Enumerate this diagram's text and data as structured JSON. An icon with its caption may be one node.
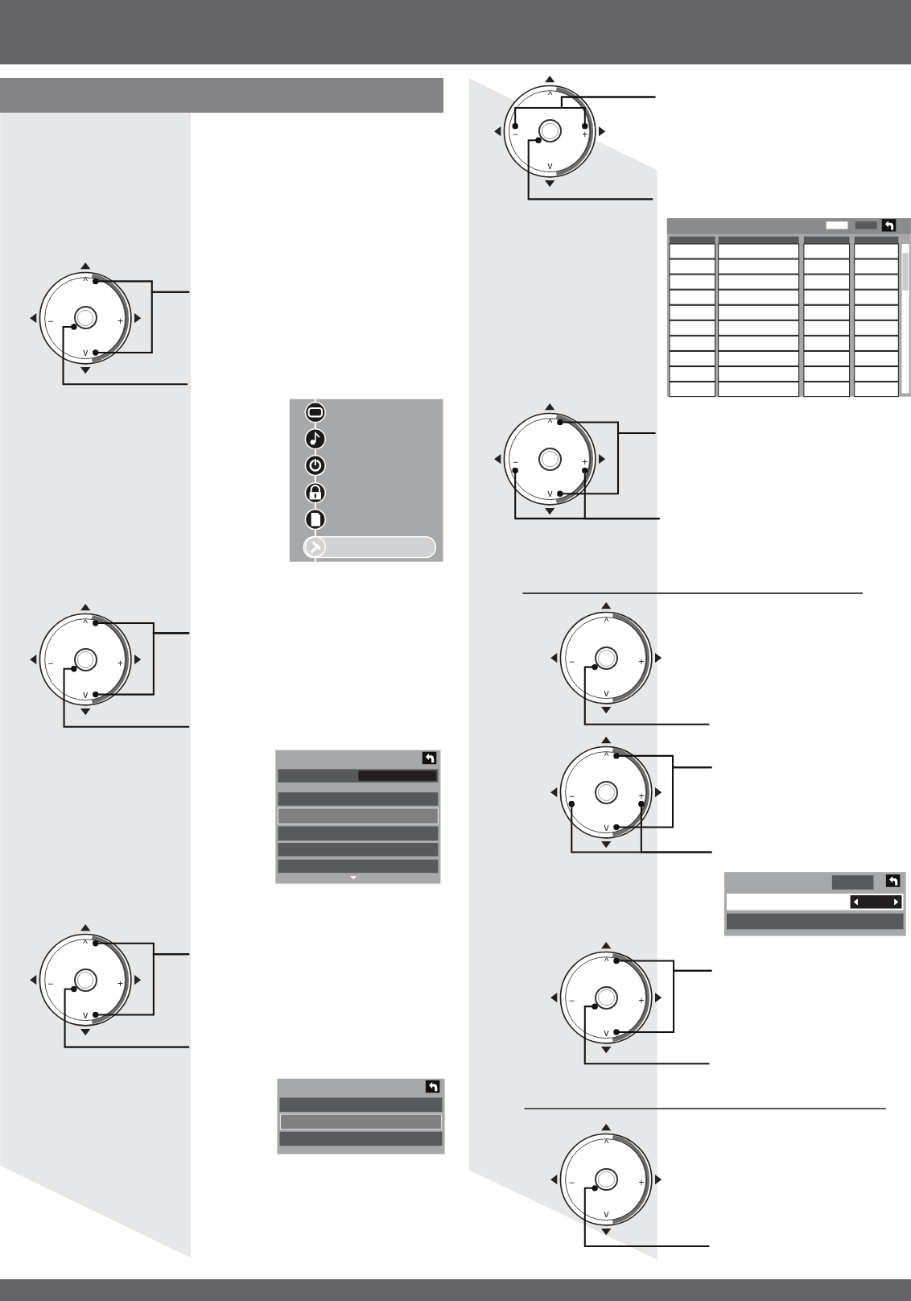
{
  "diagram": {
    "nodes": [
      {
        "text": [],
        "shape": "bar"
      },
      {
        "text": [],
        "shape": "circle"
      },
      {
        "text": [
          "^"
        ],
        "in": 1
      },
      {
        "text": [
          "−"
        ],
        "in": 1
      },
      {
        "text": [
          "+"
        ],
        "in": 1
      },
      {
        "text": [
          "v"
        ],
        "in": 1
      },
      {
        "text": [],
        "shape": "circle",
        "in": 1
      },
      {
        "text": [],
        "shape": "circle"
      },
      {
        "text": [
          "^"
        ],
        "in": 7
      },
      {
        "text": [
          "−"
        ],
        "in": 7
      },
      {
        "text": [
          "+"
        ],
        "in": 7
      },
      {
        "text": [
          "v"
        ],
        "in": 7
      },
      {
        "text": [],
        "shape": "circle",
        "in": 7
      },
      {
        "text": [],
        "shape": "circle"
      },
      {
        "text": [
          "^"
        ],
        "in": 13
      },
      {
        "text": [
          "−"
        ],
        "in": 13
      },
      {
        "text": [
          "+"
        ],
        "in": 13
      },
      {
        "text": [
          "v"
        ],
        "in": 13
      },
      {
        "text": [],
        "shape": "circle",
        "in": 13
      },
      {
        "text": [],
        "shape": "circle"
      },
      {
        "text": [
          "^"
        ],
        "in": 19
      },
      {
        "text": [
          "−"
        ],
        "in": 19
      },
      {
        "text": [
          "+"
        ],
        "in": 19
      },
      {
        "text": [
          "v"
        ],
        "in": 19
      },
      {
        "text": [],
        "shape": "circle",
        "in": 19
      },
      {
        "text": [],
        "shape": "circle"
      },
      {
        "text": [
          "^"
        ],
        "in": 25
      },
      {
        "text": [
          "−"
        ],
        "in": 25
      },
      {
        "text": [
          "+"
        ],
        "in": 25
      },
      {
        "text": [
          "v"
        ],
        "in": 25
      },
      {
        "text": [],
        "shape": "circle",
        "in": 25
      },
      {
        "text": [],
        "shape": "circle"
      },
      {
        "text": [
          "^"
        ],
        "in": 31
      },
      {
        "text": [
          "−"
        ],
        "in": 31
      },
      {
        "text": [
          "+"
        ],
        "in": 31
      },
      {
        "text": [
          "v"
        ],
        "in": 31
      },
      {
        "text": [],
        "shape": "circle",
        "in": 31
      },
      {
        "text": [],
        "shape": "circle"
      },
      {
        "text": [
          "^"
        ],
        "in": 37
      },
      {
        "text": [
          "−"
        ],
        "in": 37
      },
      {
        "text": [
          "+"
        ],
        "in": 37
      },
      {
        "text": [
          "v"
        ],
        "in": 37
      },
      {
        "text": [],
        "shape": "circle",
        "in": 37
      },
      {
        "text": [],
        "shape": "circle"
      },
      {
        "text": [
          "^"
        ],
        "in": 43
      },
      {
        "text": [
          "−"
        ],
        "in": 43
      },
      {
        "text": [
          "+"
        ],
        "in": 43
      },
      {
        "text": [
          "v"
        ],
        "in": 43
      },
      {
        "text": [],
        "shape": "circle",
        "in": 43
      },
      {
        "text": [],
        "shape": "circle"
      },
      {
        "text": [
          "^"
        ],
        "in": 49
      },
      {
        "text": [
          "−"
        ],
        "in": 49
      },
      {
        "text": [
          "+"
        ],
        "in": 49
      },
      {
        "text": [
          "v"
        ],
        "in": 49
      },
      {
        "text": [],
        "shape": "circle",
        "in": 49
      }
    ],
    "edges": [
      {
        "from": 2,
        "to": null,
        "arrow": "other"
      },
      {
        "from": 5,
        "to": null,
        "arrow": "other"
      },
      {
        "from": 6,
        "to": null,
        "arrow": "other"
      },
      {
        "from": 8,
        "to": null,
        "arrow": "other"
      },
      {
        "from": 11,
        "to": null,
        "arrow": "other"
      },
      {
        "from": 12,
        "to": null,
        "arrow": "other"
      },
      {
        "from": 14,
        "to": null,
        "arrow": "other"
      },
      {
        "from": 17,
        "to": null,
        "arrow": "other"
      },
      {
        "from": 18,
        "to": null,
        "arrow": "other"
      },
      {
        "from": 21,
        "to": null,
        "arrow": "other"
      },
      {
        "from": 22,
        "to": null,
        "arrow": "other"
      },
      {
        "from": 24,
        "to": null,
        "arrow": "other"
      },
      {
        "from": 26,
        "to": null,
        "arrow": "other"
      },
      {
        "from": 29,
        "to": null,
        "arrow": "other"
      },
      {
        "from": 27,
        "to": null,
        "arrow": "other"
      },
      {
        "from": 28,
        "to": null,
        "arrow": "other"
      },
      {
        "from": 36,
        "to": null,
        "arrow": "other"
      },
      {
        "from": 38,
        "to": null,
        "arrow": "other"
      },
      {
        "from": 41,
        "to": null,
        "arrow": "other"
      },
      {
        "from": 39,
        "to": null,
        "arrow": "other"
      },
      {
        "from": 40,
        "to": null,
        "arrow": "other"
      },
      {
        "from": 44,
        "to": null,
        "arrow": "other"
      },
      {
        "from": 47,
        "to": null,
        "arrow": "other"
      },
      {
        "from": 48,
        "to": null,
        "arrow": "other"
      },
      {
        "from": 54,
        "to": null,
        "arrow": "other"
      }
    ]
  }
}
